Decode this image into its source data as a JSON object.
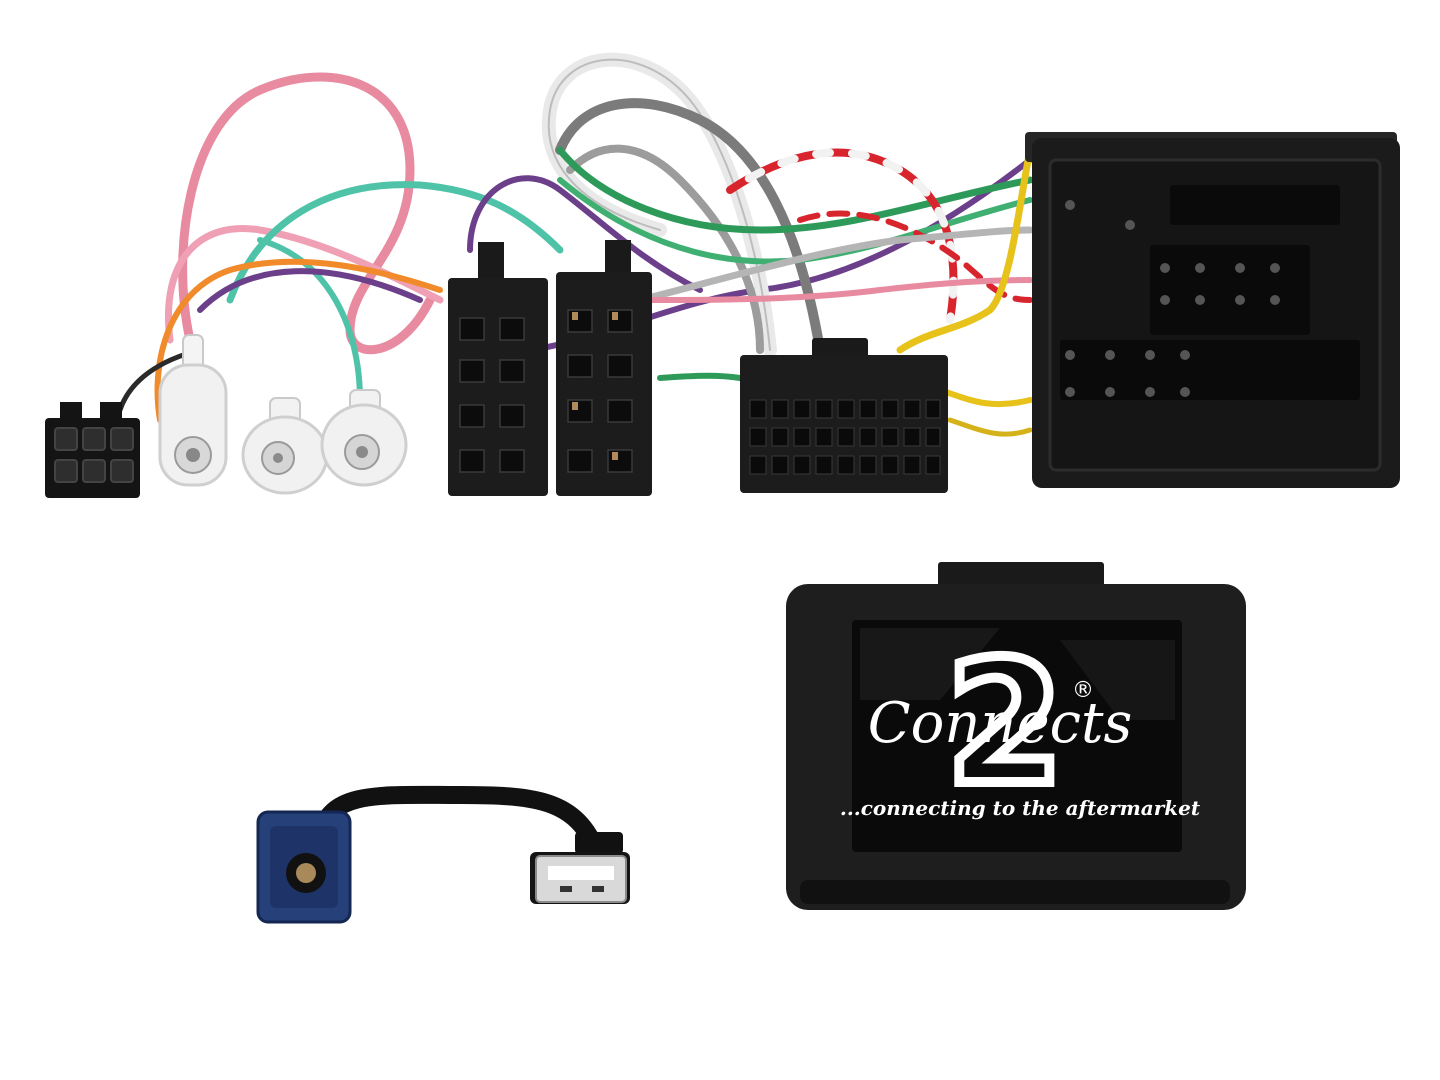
{
  "logo": {
    "script_text": "Connects",
    "digit": "2",
    "registered": "®",
    "tagline": "...connecting to the aftermarket"
  },
  "colors": {
    "background": "#ffffff",
    "plastic": "#1c1c1c",
    "plastic_dark": "#0e0e0e",
    "label_bg": "#0a0a0a",
    "logo_white": "#ffffff",
    "blue_connector": "#26407a",
    "usb_metal": "#d9d9d9",
    "wire_pink": "#e88aa0",
    "wire_teal": "#4fc3a8",
    "wire_purple": "#6b3f8a",
    "wire_grey": "#8a8a8a",
    "wire_white": "#e9e9e9",
    "wire_red": "#d8242c",
    "wire_green": "#2e9a5a",
    "wire_yellow": "#e6c21a",
    "wire_orange": "#f08a2a"
  },
  "icons": [
    "iso-connector-icon",
    "usb-plug-icon",
    "fakra-connector-icon",
    "interface-box-icon"
  ]
}
